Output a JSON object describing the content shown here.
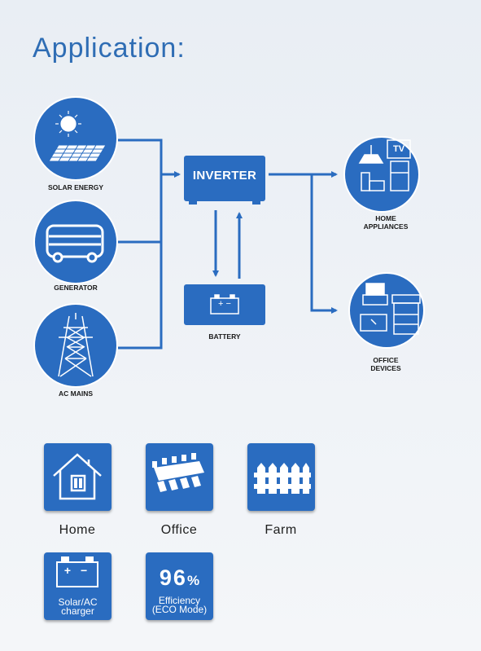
{
  "title": "Application:",
  "diagram": {
    "sources": [
      "SOLAR ENERGY",
      "GENERATOR",
      "AC MAINS"
    ],
    "inverter": "INVERTER",
    "battery": "BATTERY",
    "battery_symbol": "+ −",
    "tv_label": "TV",
    "outputs": [
      "HOME\nAPPLIANCES",
      "OFFICE\nDEVICES"
    ]
  },
  "applications": {
    "home": "Home",
    "office": "Office",
    "farm": "Farm"
  },
  "features": {
    "charger_symbol": "+ −",
    "charger_text": "Solar/AC\ncharger",
    "efficiency_value": "96",
    "efficiency_unit": "%",
    "efficiency_text": "Efficiency\n(ECO Mode)"
  },
  "colors": {
    "primary": "#2a6cc0",
    "title": "#2f6db4",
    "background": "#eef2f6"
  }
}
